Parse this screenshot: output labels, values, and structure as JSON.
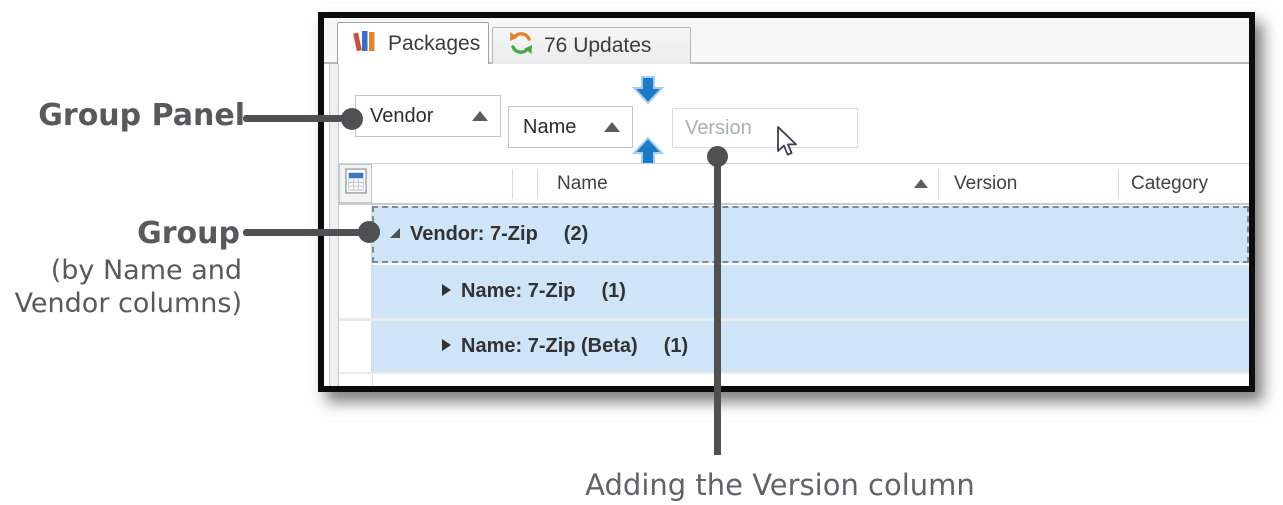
{
  "annotations": {
    "group_panel": "Group Panel",
    "group_title": "Group",
    "group_sub_line1": "(by Name and",
    "group_sub_line2": "Vendor columns)",
    "adding_version": "Adding the Version column"
  },
  "tabs": [
    {
      "label": "Packages",
      "icon": "packages-books-icon",
      "active": true
    },
    {
      "label": "76 Updates",
      "icon": "updates-refresh-icon",
      "active": false
    }
  ],
  "group_panel": {
    "grouped_columns": [
      {
        "label": "Vendor",
        "sort": "ascending"
      },
      {
        "label": "Name",
        "sort": "ascending"
      }
    ],
    "dragged_column_label": "Version"
  },
  "grid": {
    "columns": [
      {
        "label": "Name",
        "sorted": "ascending"
      },
      {
        "label": "Version"
      },
      {
        "label": "Category"
      }
    ],
    "rows": [
      {
        "type": "group",
        "level": 0,
        "expanded": true,
        "label": "Vendor: 7-Zip",
        "count": "(2)",
        "focused": true
      },
      {
        "type": "group",
        "level": 1,
        "expanded": false,
        "label": "Name: 7-Zip",
        "count": "(1)",
        "focused": false
      },
      {
        "type": "group",
        "level": 1,
        "expanded": false,
        "label": "Name: 7-Zip (Beta)",
        "count": "(1)",
        "focused": false
      }
    ]
  },
  "colors": {
    "annotation_gray": "#58595b",
    "connector_gray": "#4f5052",
    "drop_arrow_blue": "#1d7ac6",
    "group_row_blue": "#cfe5f7",
    "focus_dash_gray": "#7d8993",
    "window_border_black": "#0c0c0c",
    "ghost_text_gray": "#a9b1b8",
    "header_text": "#414141",
    "row_text": "#323232",
    "tab_text": "#3c3c3c",
    "panel_border_gray": "#c0c4c8"
  }
}
